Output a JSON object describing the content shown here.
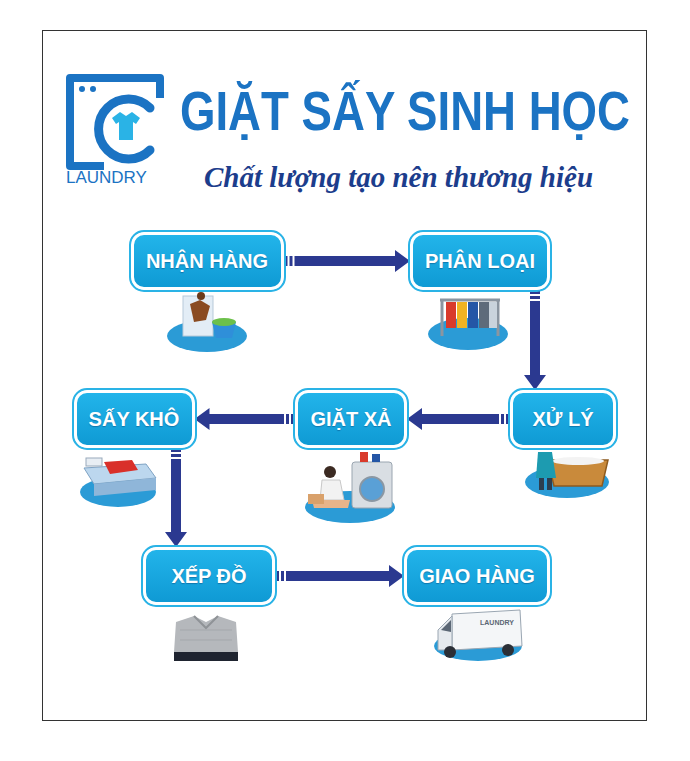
{
  "diagram": {
    "title": "GIẶT SẤY SINH HỌC",
    "nodes": [
      {
        "text": [
          "NHẬN HÀNG"
        ]
      },
      {
        "text": [
          "PHÂN LOẠI"
        ]
      },
      {
        "text": [
          "XỬ LÝ"
        ]
      },
      {
        "text": [
          "GIẶT XẢ"
        ]
      },
      {
        "text": [
          "SẤY KHÔ"
        ]
      },
      {
        "text": [
          "XẾP ĐỒ"
        ]
      },
      {
        "text": [
          "GIAO HÀNG"
        ]
      }
    ],
    "edges": [
      {
        "from": 0,
        "to": 1,
        "arrow": "to"
      },
      {
        "from": 1,
        "to": 2,
        "arrow": "to"
      },
      {
        "from": 2,
        "to": 3,
        "arrow": "to"
      },
      {
        "from": 3,
        "to": 4,
        "arrow": "to"
      },
      {
        "from": 4,
        "to": 5,
        "arrow": "to"
      },
      {
        "from": 5,
        "to": 6,
        "arrow": "to"
      }
    ],
    "labels": [
      "LAUNDRY",
      "Chất lượng tạo nên thương hiệu",
      "LAUNDRY"
    ]
  }
}
